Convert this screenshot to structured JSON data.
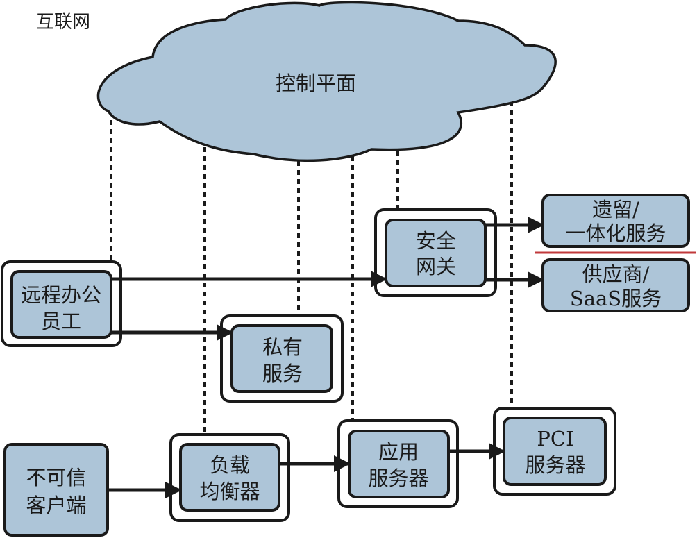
{
  "diagram": {
    "title": "互联网",
    "colors": {
      "fill": "#adc5d8",
      "stroke": "#1a1a1a",
      "divider": "#c0393b",
      "background": "#ffffff"
    },
    "cloud": {
      "label": "控制平面"
    },
    "nodes": {
      "remote": {
        "lines": [
          "远程办公",
          "员工"
        ]
      },
      "gateway": {
        "lines": [
          "安全",
          "网关"
        ]
      },
      "legacy": {
        "lines": [
          "遗留/",
          "一体化服务"
        ]
      },
      "vendor": {
        "lines": [
          "供应商/",
          "SaaS服务"
        ]
      },
      "private": {
        "lines": [
          "私有",
          "服务"
        ]
      },
      "untrusted": {
        "lines": [
          "不可信",
          "客户端"
        ]
      },
      "lb": {
        "lines": [
          "负载",
          "均衡器"
        ]
      },
      "app": {
        "lines": [
          "应用",
          "服务器"
        ]
      },
      "pci": {
        "lines": [
          "PCI",
          "服务器"
        ]
      }
    },
    "edges": [
      {
        "from": "remote",
        "to": "gateway",
        "type": "arrow"
      },
      {
        "from": "remote",
        "to": "private",
        "type": "arrow"
      },
      {
        "from": "gateway",
        "to": "legacy",
        "type": "arrow"
      },
      {
        "from": "gateway",
        "to": "vendor",
        "type": "arrow"
      },
      {
        "from": "untrusted",
        "to": "lb",
        "type": "arrow"
      },
      {
        "from": "lb",
        "to": "app",
        "type": "arrow"
      },
      {
        "from": "app",
        "to": "pci",
        "type": "arrow"
      },
      {
        "from": "cloud",
        "to": "remote",
        "type": "dotted"
      },
      {
        "from": "cloud",
        "to": "lb",
        "type": "dotted"
      },
      {
        "from": "cloud",
        "to": "private",
        "type": "dotted"
      },
      {
        "from": "cloud",
        "to": "app",
        "type": "dotted"
      },
      {
        "from": "cloud",
        "to": "gateway",
        "type": "dotted"
      },
      {
        "from": "cloud",
        "to": "pci",
        "type": "dotted"
      }
    ]
  }
}
